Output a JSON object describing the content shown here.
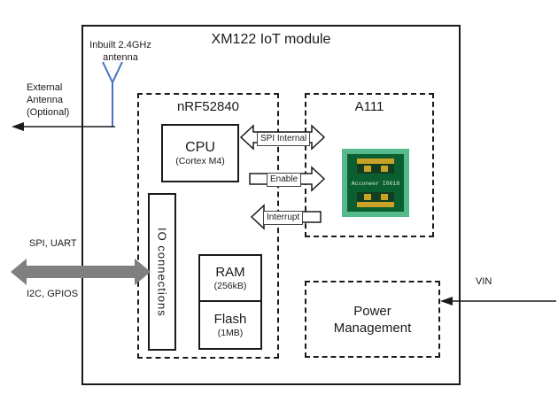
{
  "title": "XM122 IoT module",
  "left": {
    "inbuilt_antenna": "Inbuilt 2.4GHz\nantenna",
    "external_antenna": "External\nAntenna\n(Optional)",
    "spi_uart": "SPI, UART",
    "i2c_gpios": "I2C, GPIOS"
  },
  "right": {
    "vin": "VIN"
  },
  "blocks": {
    "nrf": "nRF52840",
    "cpu": {
      "name": "CPU",
      "sub": "(Cortex M4)"
    },
    "io": "IO connections",
    "ram": {
      "name": "RAM",
      "sub": "(256kB)"
    },
    "flash": {
      "name": "Flash",
      "sub": "(1MB)"
    },
    "a111": "A111",
    "power": "Power\nManagement",
    "chip_text": "Acconeer I0618"
  },
  "arrows": {
    "spi_internal": "SPI Internal",
    "enable": "Enable",
    "interrupt": "Interrupt"
  },
  "colors": {
    "antenna_blue": "#4472C4",
    "arrow_gray": "#7F7F7F",
    "chip_outer": "#56B98C",
    "chip_inner": "#0B5E2F"
  }
}
